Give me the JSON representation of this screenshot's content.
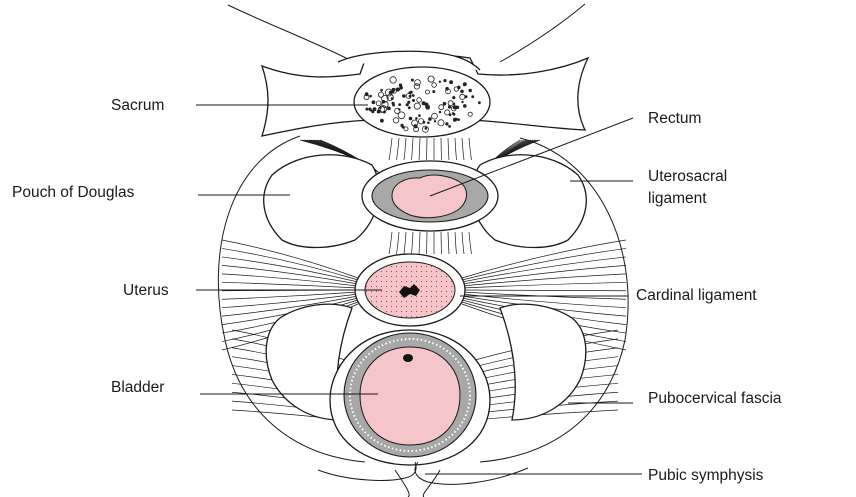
{
  "labels": {
    "sacrum": "Sacrum",
    "pouch_of_douglas": "Pouch of Douglas",
    "uterus": "Uterus",
    "bladder": "Bladder",
    "rectum": "Rectum",
    "uterosacral_line1": "Uterosacral",
    "uterosacral_line2": "ligament",
    "cardinal_ligament": "Cardinal ligament",
    "pubocervical_fascia": "Pubocervical fascia",
    "pubic_symphysis": "Pubic symphysis"
  },
  "colors": {
    "organ_pink": "#f4c6ca",
    "wall_grey": "#a8a8a8",
    "line": "#1a1a1a"
  }
}
